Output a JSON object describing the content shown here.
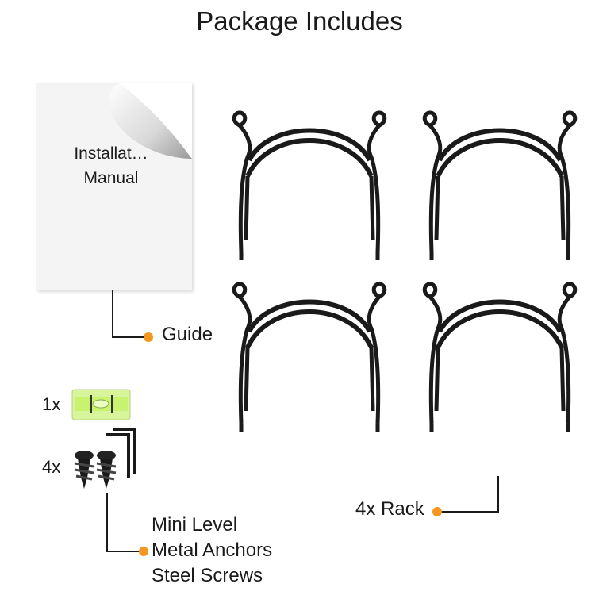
{
  "title": "Package Includes",
  "manual": {
    "text_line1": "Installat…",
    "text_line2": "Manual"
  },
  "guide_label": "Guide",
  "level_qty": "1x",
  "screws_qty": "4x",
  "accessory_labels": [
    "Mini Level",
    "Metal Anchors",
    "Steel Screws"
  ],
  "rack_label": "4x Rack",
  "colors": {
    "dot": "#f5961e",
    "level": "#c6f26a",
    "metal": "#1a1a1a"
  }
}
